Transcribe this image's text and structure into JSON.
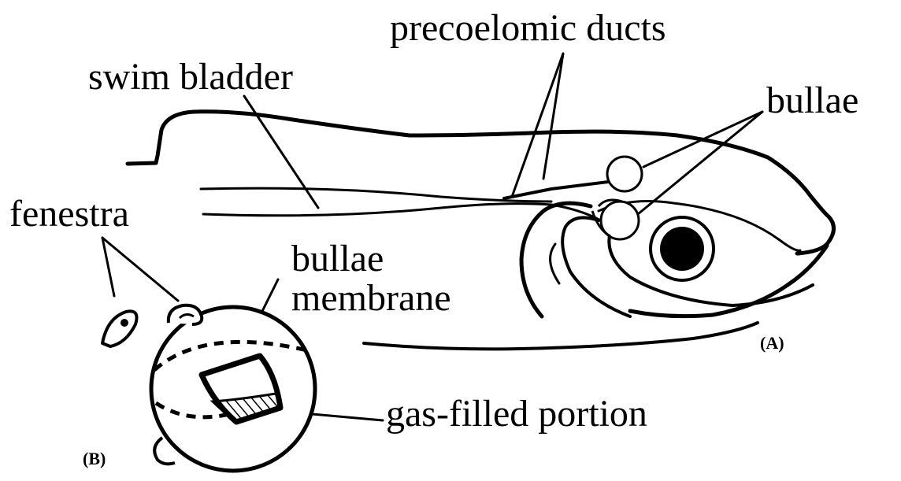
{
  "labels": {
    "precoelomic_ducts": "precoelomic ducts",
    "swim_bladder": "swim bladder",
    "bullae": "bullae",
    "fenestra": "fenestra",
    "bullae_membrane_line1": "bullae",
    "bullae_membrane_line2": "membrane",
    "gas_filled_portion": "gas-filled portion",
    "panel_a": "(A)",
    "panel_b": "(B)"
  },
  "colors": {
    "ink": "#000000",
    "background": "#ffffff"
  }
}
